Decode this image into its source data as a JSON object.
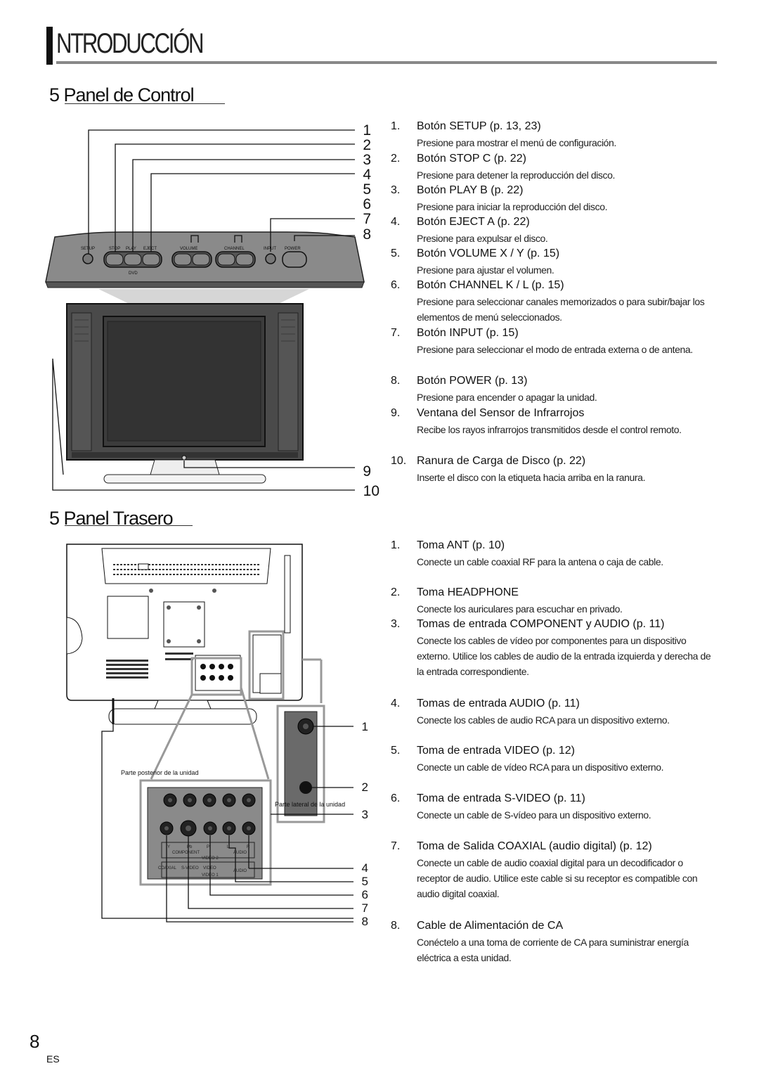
{
  "header": {
    "title": "NTRODUCCIÓN"
  },
  "front_section": {
    "title": "5 Panel de Control"
  },
  "rear_section": {
    "title": "5 Panel Trasero"
  },
  "front_panel": {
    "button_labels": [
      "SETUP",
      "STOP",
      "PLAY",
      "EJECT",
      "VOLUME",
      "CHANNEL",
      "INPUT",
      "POWER"
    ],
    "dvd_label": "DVD",
    "callouts": [
      "1",
      "2",
      "3",
      "4",
      "5",
      "6",
      "7",
      "8",
      "9",
      "10"
    ]
  },
  "rear_panel": {
    "callouts": [
      "1",
      "2",
      "3",
      "4",
      "5",
      "6",
      "7",
      "8"
    ],
    "caption_bottom": "Parte posterior de la unidad",
    "caption_side": "Parte lateral de la unidad",
    "jack_labels": {
      "component": "COMPONENT",
      "video2": "VIDEO 2",
      "video1": "VIDEO 1",
      "coaxial": "COAXIAL",
      "svideo": "S-VIDEO",
      "video": "VIDEO",
      "audio": "AUDIO",
      "y": "Y",
      "pb": "Pb",
      "pr": "Pr",
      "l": "L",
      "r": "R"
    }
  },
  "front_items": [
    {
      "num": "1.",
      "head": "Botón SETUP (p. 13, 23)",
      "desc": "Presione para mostrar el menú de configuración."
    },
    {
      "num": "2.",
      "head": "Botón STOP C (p. 22)",
      "desc": "Presione para detener la reproducción del disco."
    },
    {
      "num": "3.",
      "head": "Botón PLAY B (p. 22)",
      "desc": "Presione para iniciar la reproducción del disco."
    },
    {
      "num": "4.",
      "head": "Botón EJECT A (p. 22)",
      "desc": "Presione para expulsar el disco."
    },
    {
      "num": "5.",
      "head": "Botón VOLUME X / Y (p. 15)",
      "desc": "Presione para ajustar el volumen."
    },
    {
      "num": "6.",
      "head": "Botón CHANNEL K / L (p. 15)",
      "desc": "Presione para seleccionar canales memorizados o para subir/bajar los elementos de menú seleccionados."
    },
    {
      "num": "7.",
      "head": "Botón INPUT (p. 15)",
      "desc": "Presione para seleccionar el modo de entrada externa o de antena."
    },
    {
      "num": "8.",
      "head": "Botón POWER (p. 13)",
      "desc": "Presione para encender o apagar la unidad."
    },
    {
      "num": "9.",
      "head": "Ventana del Sensor de Infrarrojos",
      "desc": "Recibe los rayos infrarrojos transmitidos desde el control remoto."
    },
    {
      "num": "10.",
      "head": "Ranura de Carga de Disco (p. 22)",
      "desc": "Inserte el disco con la etiqueta hacia arriba en la ranura."
    }
  ],
  "rear_items": [
    {
      "num": "1.",
      "head": "Toma ANT (p. 10)",
      "desc": "Conecte un cable coaxial RF para la antena o caja de cable."
    },
    {
      "num": "2.",
      "head": "Toma HEADPHONE",
      "desc": "Conecte los auriculares para escuchar en privado."
    },
    {
      "num": "3.",
      "head": "Tomas de entrada COMPONENT y AUDIO (p. 11)",
      "desc": "Conecte los cables de vídeo por componentes para un dispositivo externo. Utilice los cables de audio de la entrada izquierda y derecha de la entrada correspondiente."
    },
    {
      "num": "4.",
      "head": "Tomas de entrada AUDIO (p. 11)",
      "desc": "Conecte los cables de audio RCA para un dispositivo externo."
    },
    {
      "num": "5.",
      "head": "Toma de entrada VIDEO (p. 12)",
      "desc": "Conecte un cable de vídeo RCA para un dispositivo externo."
    },
    {
      "num": "6.",
      "head": "Toma de entrada S-VIDEO (p. 11)",
      "desc": "Conecte un cable de S-vídeo para un dispositivo externo."
    },
    {
      "num": "7.",
      "head": "Toma de Salida COAXIAL (audio digital) (p. 12)",
      "desc": "Conecte un cable de audio coaxial digital para un decodificador o receptor de audio. Utilice este cable si su receptor es compatible con audio digital coaxial."
    },
    {
      "num": "8.",
      "head": "Cable de Alimentación de CA",
      "desc": "Conéctelo a una toma de corriente de CA para suministrar energía eléctrica a esta unidad."
    }
  ],
  "footer": {
    "page_number": "8",
    "lang": "ES"
  }
}
